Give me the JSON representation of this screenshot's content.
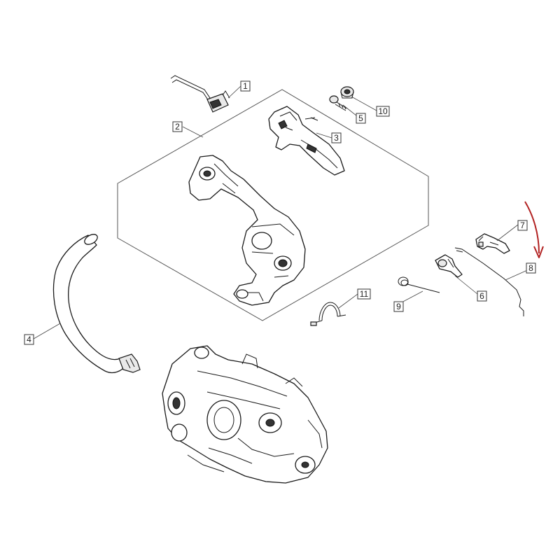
{
  "callouts": [
    {
      "id": "1",
      "label": "1"
    },
    {
      "id": "2",
      "label": "2"
    },
    {
      "id": "3",
      "label": "3"
    },
    {
      "id": "4",
      "label": "4"
    },
    {
      "id": "5",
      "label": "5"
    },
    {
      "id": "6",
      "label": "6"
    },
    {
      "id": "7",
      "label": "7"
    },
    {
      "id": "8",
      "label": "8"
    },
    {
      "id": "9",
      "label": "9"
    },
    {
      "id": "10",
      "label": "10"
    },
    {
      "id": "11",
      "label": "11"
    }
  ],
  "colors": {
    "highlight_arrow": "#b22222",
    "line": "#1a1a1a",
    "background": "#ffffff"
  }
}
